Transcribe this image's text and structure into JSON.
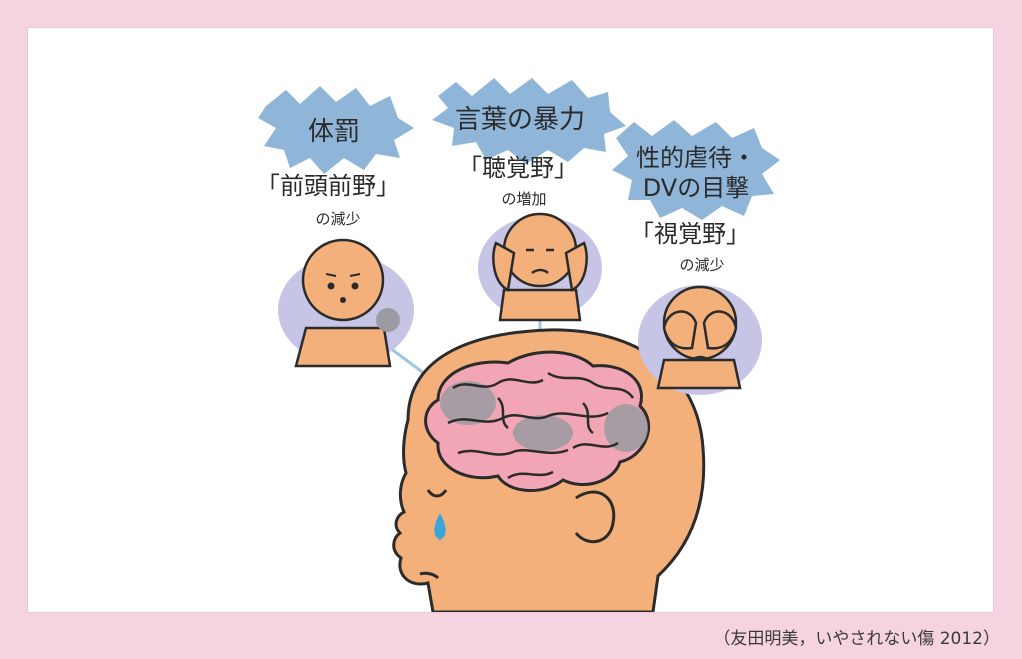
{
  "labels": {
    "corporal": {
      "title": "体罰",
      "region": "「前頭前野」",
      "effect": "の減少"
    },
    "verbal": {
      "title": "言葉の暴力",
      "region": "「聴覚野」",
      "effect": "の増加"
    },
    "sexual": {
      "title_line1": "性的虐待・",
      "title_line2": "DVの目撃",
      "region": "「視覚野」",
      "effect": "の減少"
    }
  },
  "caption": "（友田明美，いやされない傷 2012）",
  "colors": {
    "background": "#f6d3e0",
    "burst": "#8fb6d9",
    "skin": "#f3b07a",
    "brain": "#f2a6b5",
    "damage": "#9a9aa0",
    "tear": "#3aa7d8",
    "halo": "#c7c5e6"
  }
}
